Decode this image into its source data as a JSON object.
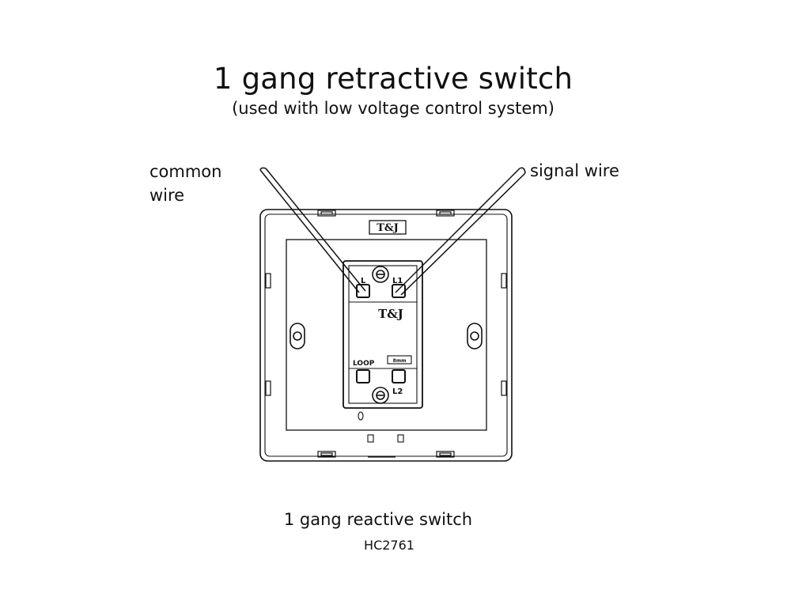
{
  "title": "1 gang retractive switch",
  "subtitle": "(used with low voltage control system)",
  "labels": {
    "common_wire": [
      "common",
      "wire"
    ],
    "signal_wire": "signal wire"
  },
  "device": {
    "brand_plate": "T&J",
    "brand_body": "T&J",
    "terminal_l": "L",
    "terminal_l1": "L1",
    "terminal_loop": "LOOP",
    "terminal_l2": "L2",
    "strip_mark": "8mm"
  },
  "caption": "1 gang reactive switch",
  "model": "HC2761"
}
